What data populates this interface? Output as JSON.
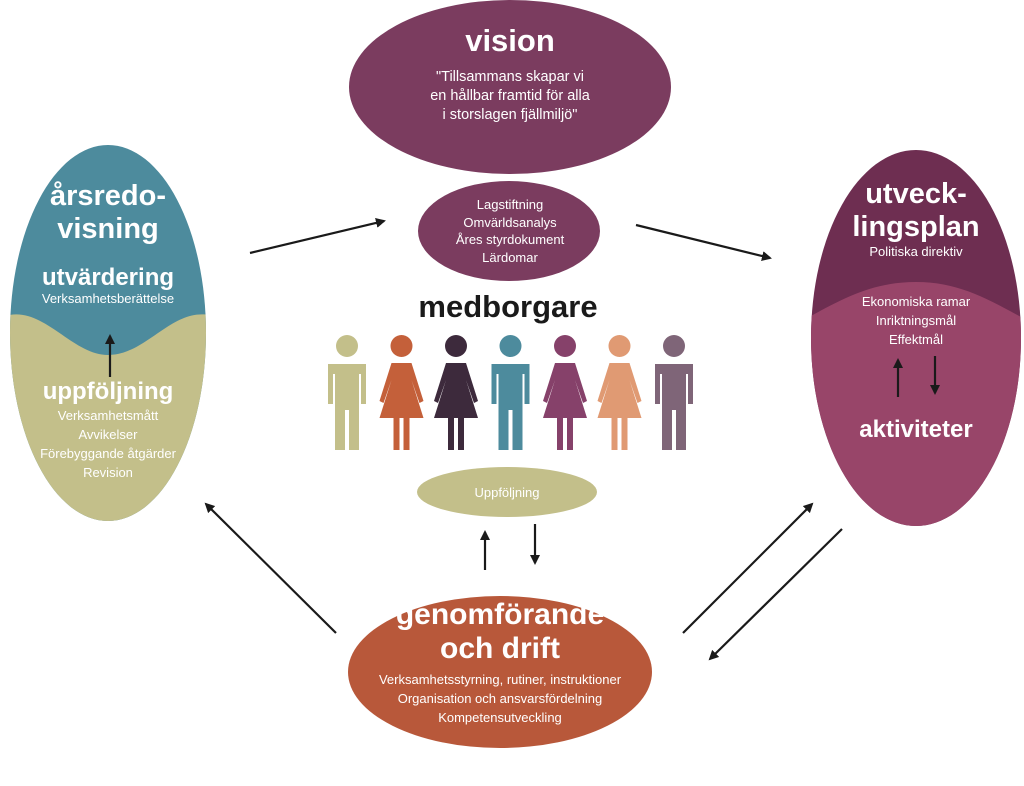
{
  "colors": {
    "vision": "#7b3c5f",
    "people_circle": "#7b3c5f",
    "teal": "#4d8b9d",
    "khaki": "#c3bf8a",
    "plum_top": "#6e2e51",
    "plum_bottom": "#984569",
    "rust": "#b8583a",
    "uppfoljning_pill": "#c3bf8a",
    "arrow": "#1a1a1a"
  },
  "vision": {
    "title": "vision",
    "text": "\"Tillsammans skapar vi\nen hållbar framtid för alla\ni storslagen fjällmiljö\""
  },
  "inputs": {
    "lines": [
      "Lagstiftning",
      "Omvärldsanalys",
      "Åres styrdokument",
      "Lärdomar"
    ]
  },
  "center": {
    "title": "medborgare",
    "people": [
      {
        "gender": "male",
        "color": "#c3bf8a"
      },
      {
        "gender": "female",
        "color": "#c4603a"
      },
      {
        "gender": "female",
        "color": "#3d2a3c"
      },
      {
        "gender": "male",
        "color": "#4d8b9d"
      },
      {
        "gender": "female",
        "color": "#86416a"
      },
      {
        "gender": "female",
        "color": "#e09a73"
      },
      {
        "gender": "male",
        "color": "#7f6578"
      }
    ]
  },
  "uppfoljning_pill": {
    "label": "Uppföljning"
  },
  "left": {
    "title": "årsredo-\nvisning",
    "eval_title": "utvärdering",
    "eval_sub": "Verksamhetsberättelse",
    "follow_title": "uppföljning",
    "follow_lines": [
      "Verksamhetsmått",
      "Avvikelser",
      "Förebyggande åtgärder",
      "Revision"
    ]
  },
  "right": {
    "title": "utveck-\nlingsplan",
    "subtitle": "Politiska direktiv",
    "lines": [
      "Ekonomiska ramar",
      "Inriktningsmål",
      "Effektmål"
    ],
    "activities": "aktiviteter"
  },
  "bottom": {
    "title": "genomförande\noch drift",
    "lines": [
      "Verksamhetsstyrning, rutiner, instruktioner",
      "Organisation och ansvarsfördelning",
      "Kompetensutveckling"
    ]
  }
}
